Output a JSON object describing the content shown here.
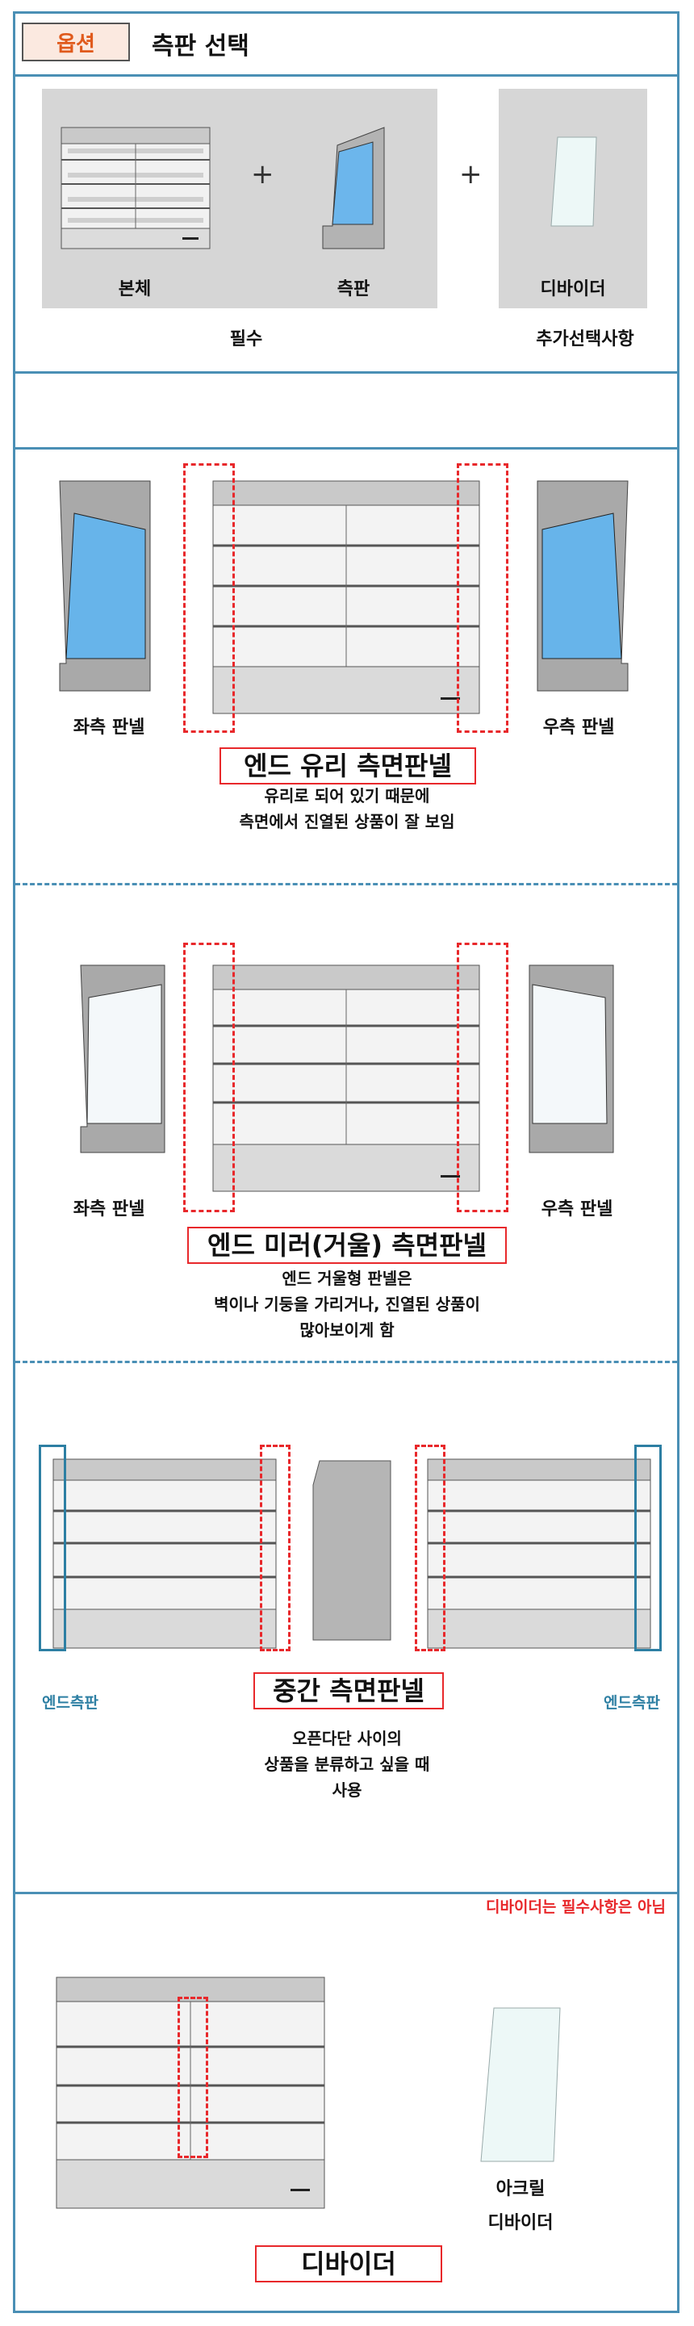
{
  "header": {
    "option_tag": "옵션",
    "title": "측판 선택"
  },
  "intro": {
    "items": [
      {
        "label": "본체"
      },
      {
        "label": "측판"
      },
      {
        "label": "디바이더"
      }
    ],
    "plus_symbol": "+",
    "required_label": "필수",
    "optional_label": "추가선택사항"
  },
  "glass_section": {
    "left_label": "좌측 판넬",
    "right_label": "우측 판넬",
    "headline": "엔드 유리 측면판넬",
    "desc_line1": "유리로 되어 있기 때문에",
    "desc_line2": "측면에서 진열된 상품이 잘 보임"
  },
  "mirror_section": {
    "left_label": "좌측 판넬",
    "right_label": "우측 판넬",
    "headline": "엔드 미러(거울) 측면판넬",
    "desc_line1": "엔드 거울형 판넬은",
    "desc_line2": "벽이나 기둥을 가리거나, 진열된 상품이",
    "desc_line3": "많아보이게 함"
  },
  "middle_section": {
    "end_label_left": "엔드측판",
    "end_label_right": "엔드측판",
    "headline": "중간 측면판넬",
    "desc_line1": "오픈다단 사이의",
    "desc_line2": "상품을 분류하고 싶을 때",
    "desc_line3": "사용"
  },
  "divider_section": {
    "note": "디바이더는 필수사항은 아님",
    "acrylic_line1": "아크릴",
    "acrylic_line2": "디바이더",
    "headline": "디바이더"
  },
  "colors": {
    "frame": "#4a8fb5",
    "accent_red": "#e8282b",
    "tag_text": "#e05a1c",
    "end_label": "#2d7fa3"
  }
}
